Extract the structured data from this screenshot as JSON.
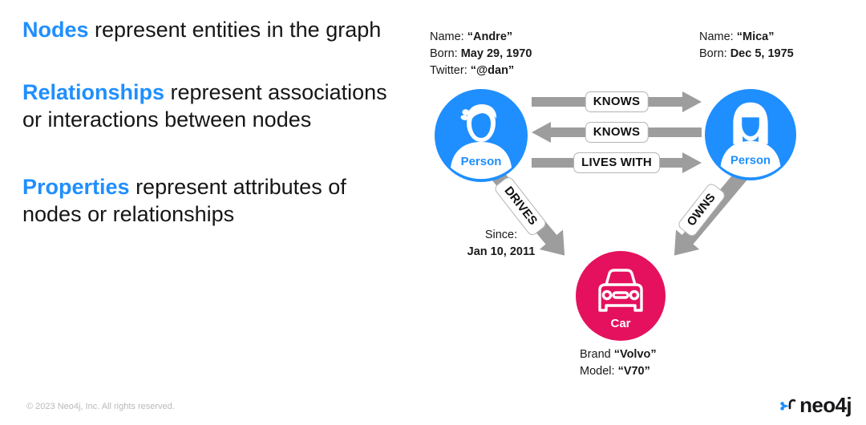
{
  "slide": {
    "bullets": [
      {
        "keyword": "Nodes",
        "rest": " represent entities in the graph"
      },
      {
        "keyword": "Relationships",
        "rest": " represent associations or interactions between nodes"
      },
      {
        "keyword": "Properties",
        "rest": " represent attributes of nodes or relationships"
      }
    ]
  },
  "diagram": {
    "nodes": {
      "person_left": {
        "label": "Person",
        "icon": "male-person-icon",
        "color": "#1f8fff"
      },
      "person_right": {
        "label": "Person",
        "icon": "female-person-icon",
        "color": "#1f8fff"
      },
      "car": {
        "label": "Car",
        "icon": "car-icon",
        "color": "#e5115e"
      }
    },
    "relationships": [
      {
        "label": "KNOWS",
        "direction": "right"
      },
      {
        "label": "KNOWS",
        "direction": "left"
      },
      {
        "label": "LIVES WITH",
        "direction": "right"
      },
      {
        "label": "DRIVES",
        "direction": "down-right"
      },
      {
        "label": "OWNS",
        "direction": "down-left"
      }
    ],
    "properties": {
      "andre": [
        {
          "key": "Name:",
          "value": "“Andre”"
        },
        {
          "key": "Born:",
          "value": "May 29, 1970"
        },
        {
          "key": "Twitter:",
          "value": "“@dan”"
        }
      ],
      "mica": [
        {
          "key": "Name:",
          "value": "“Mica”"
        },
        {
          "key": "Born:",
          "value": "Dec 5, 1975"
        }
      ],
      "drives": [
        {
          "key": "Since:",
          "value": ""
        },
        {
          "key": "",
          "value": "Jan 10, 2011"
        }
      ],
      "car": [
        {
          "key": "Brand",
          "value": "“Volvo”"
        },
        {
          "key": "Model:",
          "value": "“V70”"
        }
      ]
    }
  },
  "footer": {
    "copyright": "© 2023 Neo4j, Inc. All rights reserved.",
    "logo_text": "neo4j"
  },
  "colors": {
    "accent_blue": "#1f8fff",
    "node_crimson": "#e5115e",
    "arrow_gray": "#9d9d9d",
    "text_dark": "#161616"
  }
}
